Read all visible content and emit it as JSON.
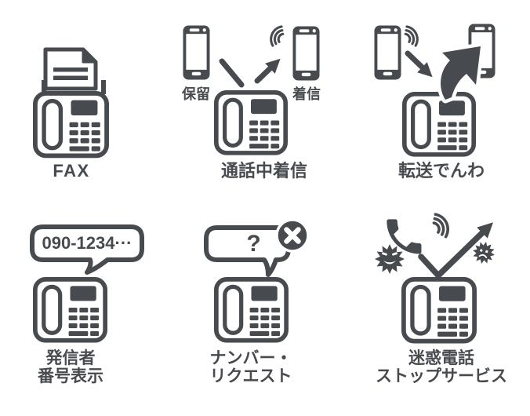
{
  "page": {
    "background": "#ffffff",
    "icon_color": "#474a4e",
    "description_note": ""
  },
  "services": [
    {
      "id": "fax",
      "label": "FAX"
    },
    {
      "id": "call-waiting",
      "label": "通話中着信",
      "sub_labels": {
        "hold": "保留",
        "incoming": "着信"
      }
    },
    {
      "id": "call-forwarding",
      "label": "転送でんわ"
    },
    {
      "id": "caller-id",
      "label": "発信者\n番号表示",
      "bubble_text": "090-1234···"
    },
    {
      "id": "number-request",
      "label": "ナンバー・\nリクエスト",
      "bubble_text": "?"
    },
    {
      "id": "nuisance-call-stop",
      "label": "迷惑電話\nストップサービス"
    }
  ],
  "icons": {
    "fax": "fax-machine-icon",
    "document": "document-icon",
    "deskphone": "desk-phone-icon",
    "smartphone": "smartphone-icon",
    "ring_waves": "ringing-waves-icon",
    "hold_line": "hold-line-icon",
    "incoming_arrow": "incoming-call-arrow-icon",
    "forward_arrow": "forward-swoosh-arrow-icon",
    "speech_bubble": "speech-bubble-icon",
    "block_x": "blocked-x-badge-icon",
    "handset": "telephone-handset-icon",
    "virus_left": "nuisance-caller-blob-icon",
    "virus_right": "nuisance-caller-blob-icon",
    "deflect_arrow": "deflect-check-arrow-icon"
  }
}
